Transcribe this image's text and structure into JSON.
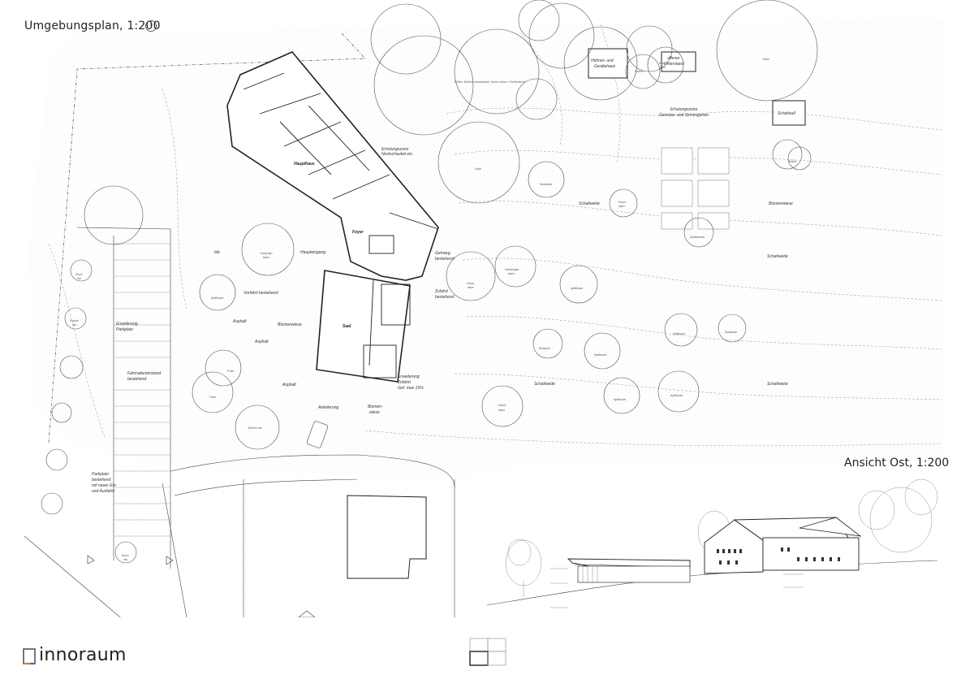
{
  "titles": {
    "plan": "Umgebungsplan, 1:200",
    "elevation": "Ansicht Ost, 1:200"
  },
  "logo": {
    "wordmark": "innoraum",
    "colors": {
      "blue": "#3b6fb6",
      "orange": "#e07b2a",
      "gray": "#555555"
    }
  },
  "rooms": {
    "haupthaus": "Haupthaus",
    "foyer": "Foyer",
    "saal": "Saal"
  },
  "areas": [
    "Erholungszone",
    "Nestschaukel etc.",
    "Hühner- und",
    "Gerätehaus",
    "offener",
    "Unterstand",
    "Erholungszone",
    "Gemüse- und Sinnesgarten",
    "Schafstall",
    "Schafweide",
    "Schafweide",
    "Schafweide",
    "Schafweide",
    "Blumenwiese",
    "Blumenwiese",
    "Blumen-",
    "wiese",
    "Haupteingang",
    "Vorfahrt bestehend",
    "Asphalt",
    "Asphalt",
    "Asphalt",
    "Anlieferung",
    "Gehweg",
    "bestehend",
    "Zufahrt",
    "bestehend",
    "Erweiterung",
    "Zufahrt",
    "Gef. max 15%",
    "Erweiterung",
    "Parkplatz",
    "Fahrradunterstand",
    "bestehend",
    "Parkplatz",
    "bestehend",
    "mit neuer Ein-",
    "und Ausfahrt",
    "Ide"
  ],
  "trees": [
    "Föhren, Buchen, Kirschbäume, Eichen, Ahorn + Kleinerwuchs",
    "Linde",
    "Nussbaum",
    "Kirsch-",
    "baum",
    "Quittenbaum",
    "Zwetschgen-",
    "baum",
    "Kirsch-",
    "baum",
    "Apfelbaum",
    "Apfelbaum",
    "Nussbaum",
    "Birnbaum",
    "Apfelbaum",
    "Kirsch-",
    "baum",
    "Apfelbaum",
    "Apfelbaum",
    "Trompeten-",
    "baum",
    "Apfelbaum",
    "Föhre",
    "Föhre",
    "Buchen neu",
    "Buchen",
    "Kirsch-",
    "baum",
    "Eiche",
    "Birken",
    "Ahorn",
    "neu",
    "Kirsche",
    "neu",
    "Ahorn",
    "neu"
  ],
  "ui": {
    "compass": "north-arrow-icon",
    "sheet_grid": "sheet-index-grid-icon"
  }
}
